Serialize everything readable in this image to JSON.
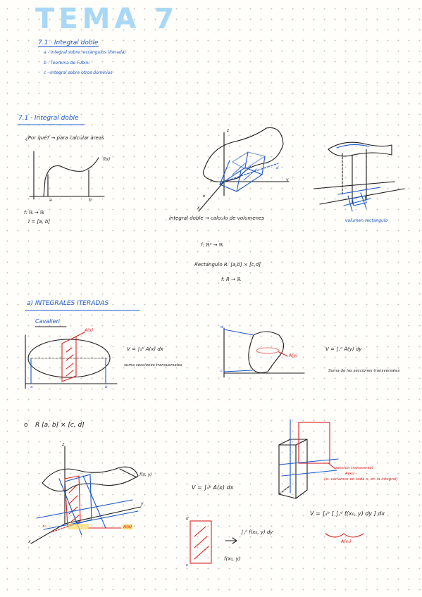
{
  "title": "TEMA 7",
  "index": {
    "heading": "7.1 · Integral doble",
    "items": [
      "a - Integral sobre rectangulos (iterada)",
      "b - Teorema de Fubini",
      "c - Integral sobre otros dominios"
    ]
  },
  "section1": {
    "heading": "7.1 · Integral doble",
    "question": "¿Por qué? → para calcular areas",
    "graph_f": "f(x)",
    "tick_a": "a",
    "tick_b": "b",
    "map_f": "f: ℝ → ℝ",
    "interval": "I = [a, b]",
    "axis_z": "z",
    "axis_y": "y",
    "axis_x": "x",
    "label_d": "d",
    "label_c": "c",
    "label_a": "a",
    "label_b": "b",
    "double_integral": "integral doble → calculo de volumenes",
    "volume_rect": "volumen rectangulo",
    "map_r2": "f: ℝ² → ℝ",
    "rectangle": "Rectangulo  R: [a,b] × [c,d]",
    "map_rr": "f: R → ℝ"
  },
  "iterated": {
    "heading": "a)  INTEGRALES ITERADAS",
    "cavalieri": "Cavalieri",
    "area_x": "A(x)",
    "area_y": "A(y)",
    "formula_x": "V = ∫ₐᵇ A(x) dx",
    "formula_y": "V = ∫꜀ᵈ A(y) dy",
    "note_x": "suma secciones transversales",
    "note_y": "Suma de las secciones transversales",
    "tick_a": "a",
    "tick_b": "b",
    "tick_c": "c",
    "tick_d": "d"
  },
  "section3": {
    "bullet": "R [a, b] × [c, d]",
    "surface": "f(x, y)",
    "axis_z": "z",
    "axis_y": "y",
    "axis_x": "x",
    "area_x": "A(x)",
    "x0": "x₀",
    "formula_v": "V = ∫ₐᵇ A(x) dx",
    "inner_integral": "∫꜀ᵈ f(x₀, y) dy",
    "f_x0y": "f(x₀, y)",
    "section_note": "sección transversal",
    "ax0": "A(x₀)",
    "note_fixed": "(x₀ variamos en toda x, en la integral)",
    "full_formula": "V = ∫ₐᵇ [ ∫꜀ᵈ f(x₀, y) dy ] dx",
    "ax0_brace": "A(x₀)",
    "label_c": "c",
    "label_d": "d"
  }
}
